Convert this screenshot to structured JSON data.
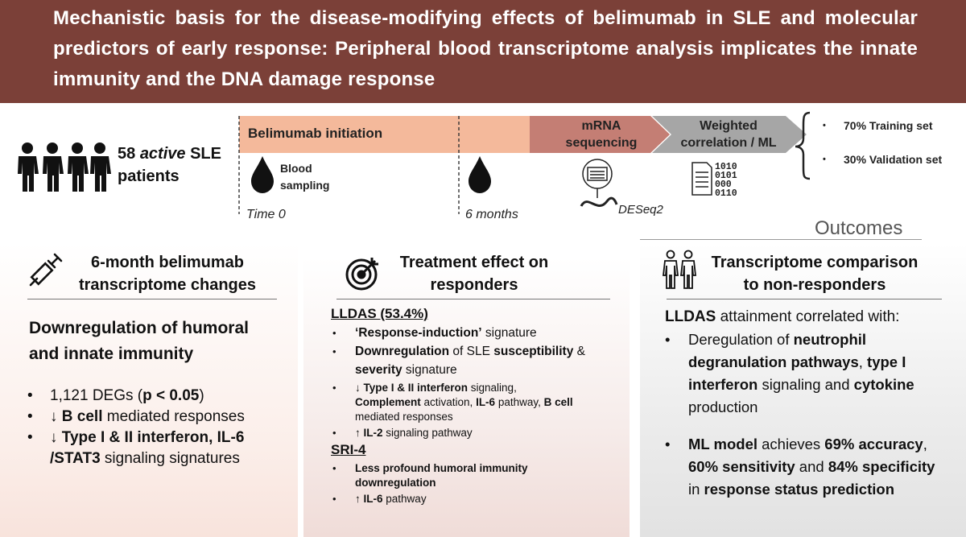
{
  "header": {
    "title": "Mechanistic  basis for the disease-modifying effects of belimumab in SLE and molecular predictors of early response: Peripheral blood transcriptome analysis implicates the innate immunity and the DNA damage response",
    "background": "#7b4038"
  },
  "cohort": {
    "count": "58",
    "active": "active",
    "suffix_line1": "SLE",
    "line2": "patients"
  },
  "timeline": {
    "initiation": "Belimumab initiation",
    "mrna_line1": "mRNA",
    "mrna_line2": "sequencing",
    "weighted_line1": "Weighted",
    "weighted_line2": "correlation / ML",
    "blood_line1": "Blood",
    "blood_line2": "sampling",
    "time0": "Time 0",
    "six_months": "6 months",
    "deseq": "DESeq2",
    "binary": [
      "1010",
      "0101",
      "000",
      "0110"
    ],
    "colors": {
      "initiation": "#f4b99b",
      "mrna": "#c47e74",
      "weighted": "#a6a6a6"
    }
  },
  "split": {
    "training": "70% Training set",
    "validation": "30% Validation set"
  },
  "outcomes": {
    "title": "Outcomes"
  },
  "panel1": {
    "title_line1": "6-month belimumab",
    "title_line2": "transcriptome changes",
    "heading_line1": "Downregulation of humoral",
    "heading_line2": "and innate immunity",
    "degs_prefix": "1,121 DEGs (",
    "degs_p": "p < 0.05",
    "degs_suffix": ")",
    "arrow": "↓",
    "bcell": "B cell",
    "bcell_rest": " mediated responses",
    "ifn_line": "Type I & II interferon, IL-6",
    "stat3": "/STAT3",
    "stat3_rest": " signaling signatures"
  },
  "panel2": {
    "title_line1": "Treatment effect on",
    "title_line2": "responders",
    "lldas_head": "LLDAS (53.4%)",
    "response_induction": "‘Response-induction’",
    "signature": " signature",
    "downregulation": "Downregulation",
    "of_sle": " of SLE ",
    "susceptibility": "susceptibility",
    "amp": " &",
    "severity": "severity",
    "signature2": " signature",
    "down_arrow": "↓",
    "up_arrow": "↑",
    "ifn": "Type I & II interferon",
    "signaling_comma": " signaling,",
    "complement": "Complement",
    "activation": " activation, ",
    "il6": "IL-6",
    "pathway_comma": " pathway,  ",
    "bcell": "B cell",
    "mediated": "mediated responses",
    "il2": "IL-2",
    "il2_rest": " signaling pathway",
    "sri_head": "SRI-4",
    "less_profound_line1": "Less profound humoral immunity",
    "less_profound_line2": "downregulation",
    "il6_b": "IL-6",
    "pathway": " pathway"
  },
  "panel3": {
    "title_line1": "Transcriptome comparison",
    "title_line2": "to non-responders",
    "lldas": "LLDAS",
    "attainment": " attainment correlated with:",
    "dereg": "Deregulation of ",
    "neutrophil": "neutrophil",
    "degranulation": "degranulation pathways",
    "comma": ", ",
    "type1": "type I",
    "interferon": "interferon",
    "signaling_and": " signaling and ",
    "cytokine": "cytokine",
    "production": "production",
    "ml_model": "ML model",
    "achieves": " achieves ",
    "accuracy": "69% accuracy",
    "comma2": ",",
    "sensitivity": "60% sensitivity",
    "and": " and ",
    "specificity": "84% specificity",
    "in": "in ",
    "response_status": "response status prediction"
  }
}
